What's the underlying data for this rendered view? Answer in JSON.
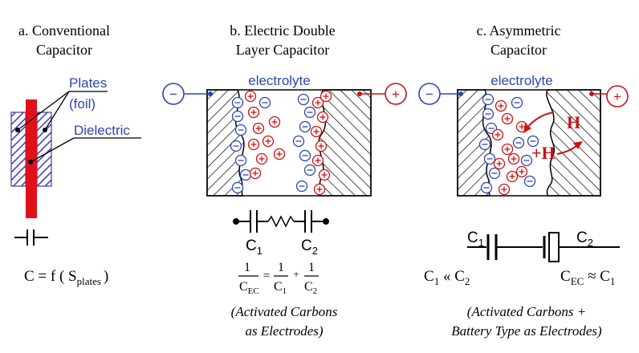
{
  "colors": {
    "black": "#000000",
    "red": "#cc1111",
    "blue": "#2b46b0",
    "hatch": "#3b3bb0"
  },
  "panel_a": {
    "title_line1": "a. Conventional",
    "title_line2": "Capacitor",
    "label_plates_1": "Plates",
    "label_plates_2": "(foil)",
    "label_dielectric": "Dielectric",
    "formula_main": "C = f ( S",
    "formula_sub": "plates",
    "formula_close": ")"
  },
  "panel_b": {
    "title_line1": "b. Electric Double",
    "title_line2": "Layer Capacitor",
    "electrolyte": "electrolyte",
    "minus": "−",
    "plus": "+",
    "c1": "C",
    "c1_sub": "1",
    "c2": "C",
    "c2_sub": "2",
    "frac_num": "1",
    "frac_den_main": "C",
    "frac_den_sub": "EC",
    "eq": "=",
    "frac1_num": "1",
    "frac1_den_main": "C",
    "frac1_den_sub": "1",
    "plus_op": "+",
    "frac2_num": "1",
    "frac2_den_main": "C",
    "frac2_den_sub": "2",
    "note_line1": "(Activated Carbons",
    "note_line2": "as Electrodes)"
  },
  "panel_c": {
    "title_line1": "c. Asymmetric",
    "title_line2": "Capacitor",
    "electrolyte": "electrolyte",
    "minus": "−",
    "plus": "+",
    "h_label": "H",
    "h_plus_label": "+H",
    "c1": "C",
    "c1_sub": "1",
    "c2": "C",
    "c2_sub": "2",
    "rel_left_main1": "C",
    "rel_left_sub1": "1",
    "rel_left_op": " « C",
    "rel_left_sub2": "2",
    "rel_right_main1": "C",
    "rel_right_sub1": "EC",
    "rel_right_op": " ≈ C",
    "rel_right_sub2": "1",
    "note_line1": "(Activated Carbons  +",
    "note_line2": "Battery Type as Electrodes)"
  }
}
